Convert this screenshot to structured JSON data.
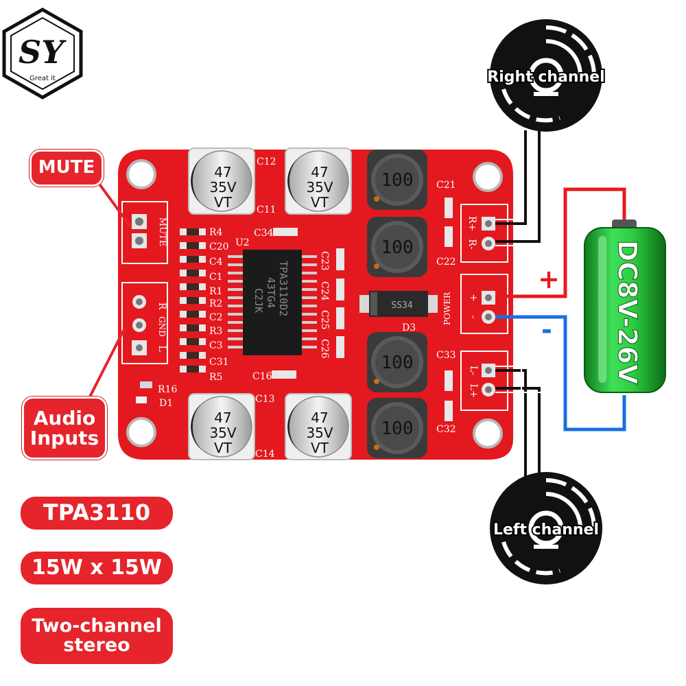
{
  "logo": {
    "mark": "SY",
    "tagline": "Great it"
  },
  "callouts": {
    "mute": "MUTE",
    "audio_inputs_l1": "Audio",
    "audio_inputs_l2": "Inputs"
  },
  "specs": {
    "chip": "TPA3110",
    "power": "15W x 15W",
    "stereo_l1": "Two-channel",
    "stereo_l2": "stereo"
  },
  "speakers": {
    "right": "Right channel",
    "left": "Left channel"
  },
  "power_supply": {
    "voltage": "DC8V-26V",
    "plus": "+",
    "minus": "-"
  },
  "board": {
    "capacitor_value": "47",
    "capacitor_voltage": "35V",
    "capacitor_series": "VT",
    "inductor_value": "100",
    "chip_marking": [
      "TPA3110D2",
      "43TG4",
      "C2JK"
    ],
    "diode_marking": "SS34",
    "labels": {
      "u2": "U2",
      "c12": "C12",
      "c11": "C11",
      "c13": "C13",
      "c14": "C14",
      "c21": "C21",
      "c22": "C22",
      "c32": "C32",
      "c33": "C33",
      "c34": "C34",
      "c16": "C16",
      "d3": "D3",
      "d1": "D1",
      "r16": "R16",
      "r4": "R4",
      "c20": "C20",
      "c4": "C4",
      "c1": "C1",
      "r1": "R1",
      "r2": "R2",
      "c2": "C2",
      "r3": "R3",
      "c3": "C3",
      "c31": "C31",
      "r5": "R5",
      "c23": "C23",
      "c24": "C24",
      "c25": "C25",
      "c26": "C26",
      "mute": "MUTE",
      "r": "R",
      "gnd": "GND",
      "l": "L",
      "power": "POWER",
      "r_plus": "R+",
      "r_minus": "R-",
      "plus": "+",
      "minus": "-",
      "l_minus": "L-",
      "l_plus": "L+"
    }
  },
  "colors": {
    "board": "#e3191f",
    "pill": "#e5242b",
    "battery": "#2ecc40",
    "wire_positive": "#e8191f",
    "wire_negative": "#1a6fe0"
  }
}
